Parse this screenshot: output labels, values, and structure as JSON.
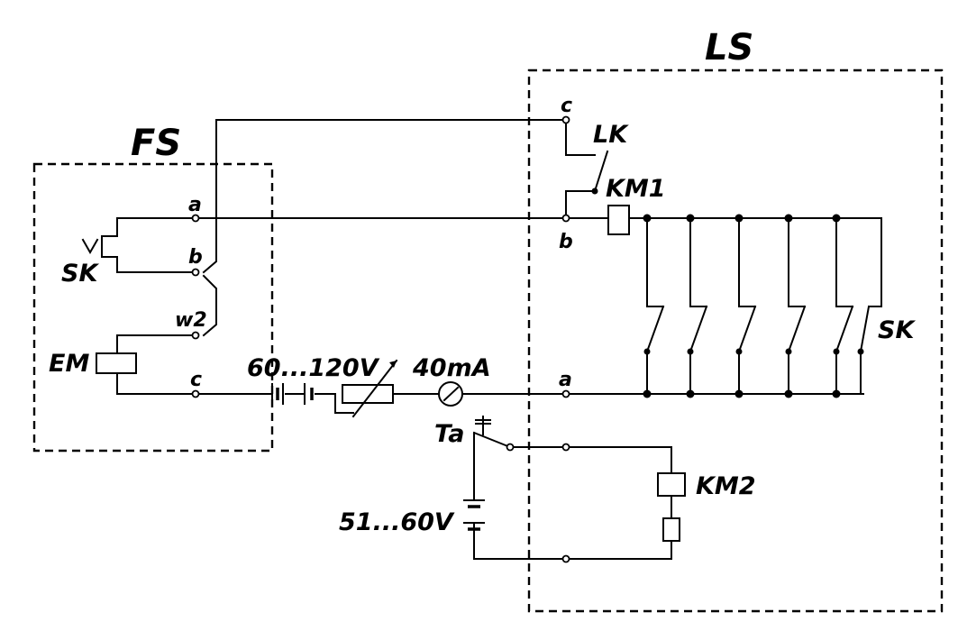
{
  "labels": {
    "fs": "FS",
    "ls": "LS",
    "fs_a": "a",
    "fs_b": "b",
    "fs_w2": "w2",
    "fs_c": "c",
    "sk_left": "SK",
    "em": "EM",
    "ls_c": "c",
    "lk": "LK",
    "km1": "KM1",
    "ls_b": "b",
    "sk_right": "SK",
    "ls_a": "a",
    "voltage_main": "60...120V",
    "current": "40mA",
    "ta": "Ta",
    "km2": "KM2",
    "voltage_aux": "51...60V"
  }
}
